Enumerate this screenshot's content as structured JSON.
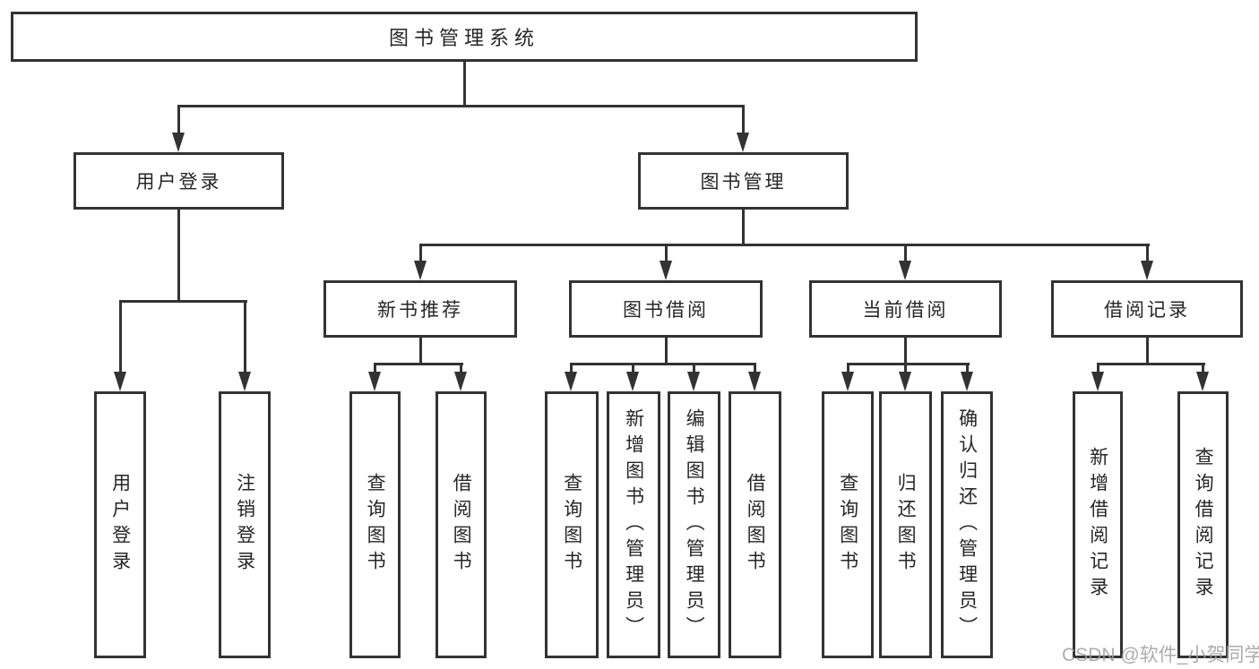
{
  "tree": {
    "root": {
      "label": "图书管理系统"
    },
    "login": {
      "label": "用户登录",
      "children": [
        {
          "label": "用户登录"
        },
        {
          "label": "注销登录"
        }
      ]
    },
    "mgmt": {
      "label": "图书管理"
    },
    "sections": [
      {
        "label": "新书推荐",
        "children": [
          {
            "label": "查询图书"
          },
          {
            "label": "借阅图书"
          }
        ]
      },
      {
        "label": "图书借阅",
        "children": [
          {
            "label": "查询图书"
          },
          {
            "label": "新增图书（管理员）"
          },
          {
            "label": "编辑图书（管理员）"
          },
          {
            "label": "借阅图书"
          }
        ]
      },
      {
        "label": "当前借阅",
        "children": [
          {
            "label": "查询图书"
          },
          {
            "label": "归还图书"
          },
          {
            "label": "确认归还（管理员）"
          }
        ]
      },
      {
        "label": "借阅记录",
        "children": [
          {
            "label": "新增借阅记录"
          },
          {
            "label": "查询借阅记录"
          }
        ]
      }
    ]
  },
  "watermark": {
    "text": "CSDN @软件_小贺同学"
  },
  "colors": {
    "line": "#333333",
    "text": "#262626",
    "watermark": "#9e9e9e",
    "background": "#ffffff"
  }
}
